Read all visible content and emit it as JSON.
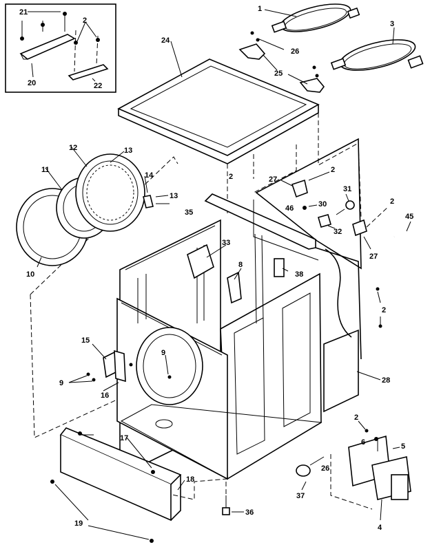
{
  "diagram": {
    "callouts": [
      {
        "id": "c-1",
        "text": "1"
      },
      {
        "id": "c-2-inset",
        "text": "2"
      },
      {
        "id": "c-2-top",
        "text": "2"
      },
      {
        "id": "c-2-right",
        "text": "2"
      },
      {
        "id": "c-2-right2",
        "text": "2"
      },
      {
        "id": "c-2-side",
        "text": "2"
      },
      {
        "id": "c-2-bottom",
        "text": "2"
      },
      {
        "id": "c-3",
        "text": "3"
      },
      {
        "id": "c-4",
        "text": "4"
      },
      {
        "id": "c-5",
        "text": "5"
      },
      {
        "id": "c-6",
        "text": "6"
      },
      {
        "id": "c-8",
        "text": "8"
      },
      {
        "id": "c-9-a",
        "text": "9"
      },
      {
        "id": "c-9-b",
        "text": "9"
      },
      {
        "id": "c-10",
        "text": "10"
      },
      {
        "id": "c-11",
        "text": "11"
      },
      {
        "id": "c-12",
        "text": "12"
      },
      {
        "id": "c-13-a",
        "text": "13"
      },
      {
        "id": "c-13-b",
        "text": "13"
      },
      {
        "id": "c-14",
        "text": "14"
      },
      {
        "id": "c-15",
        "text": "15"
      },
      {
        "id": "c-16",
        "text": "16"
      },
      {
        "id": "c-17",
        "text": "17"
      },
      {
        "id": "c-18",
        "text": "18"
      },
      {
        "id": "c-19",
        "text": "19"
      },
      {
        "id": "c-20",
        "text": "20"
      },
      {
        "id": "c-21",
        "text": "21"
      },
      {
        "id": "c-22",
        "text": "22"
      },
      {
        "id": "c-24",
        "text": "24"
      },
      {
        "id": "c-25",
        "text": "25"
      },
      {
        "id": "c-25-b",
        "text": "25"
      },
      {
        "id": "c-26",
        "text": "26"
      },
      {
        "id": "c-27-a",
        "text": "27"
      },
      {
        "id": "c-27-b",
        "text": "27"
      },
      {
        "id": "c-28",
        "text": "28"
      },
      {
        "id": "c-30",
        "text": "30"
      },
      {
        "id": "c-31",
        "text": "31"
      },
      {
        "id": "c-32",
        "text": "32"
      },
      {
        "id": "c-33",
        "text": "33"
      },
      {
        "id": "c-35",
        "text": "35"
      },
      {
        "id": "c-36",
        "text": "36"
      },
      {
        "id": "c-37",
        "text": "37"
      },
      {
        "id": "c-38",
        "text": "38"
      },
      {
        "id": "c-45",
        "text": "45"
      },
      {
        "id": "c-46",
        "text": "46"
      }
    ]
  }
}
